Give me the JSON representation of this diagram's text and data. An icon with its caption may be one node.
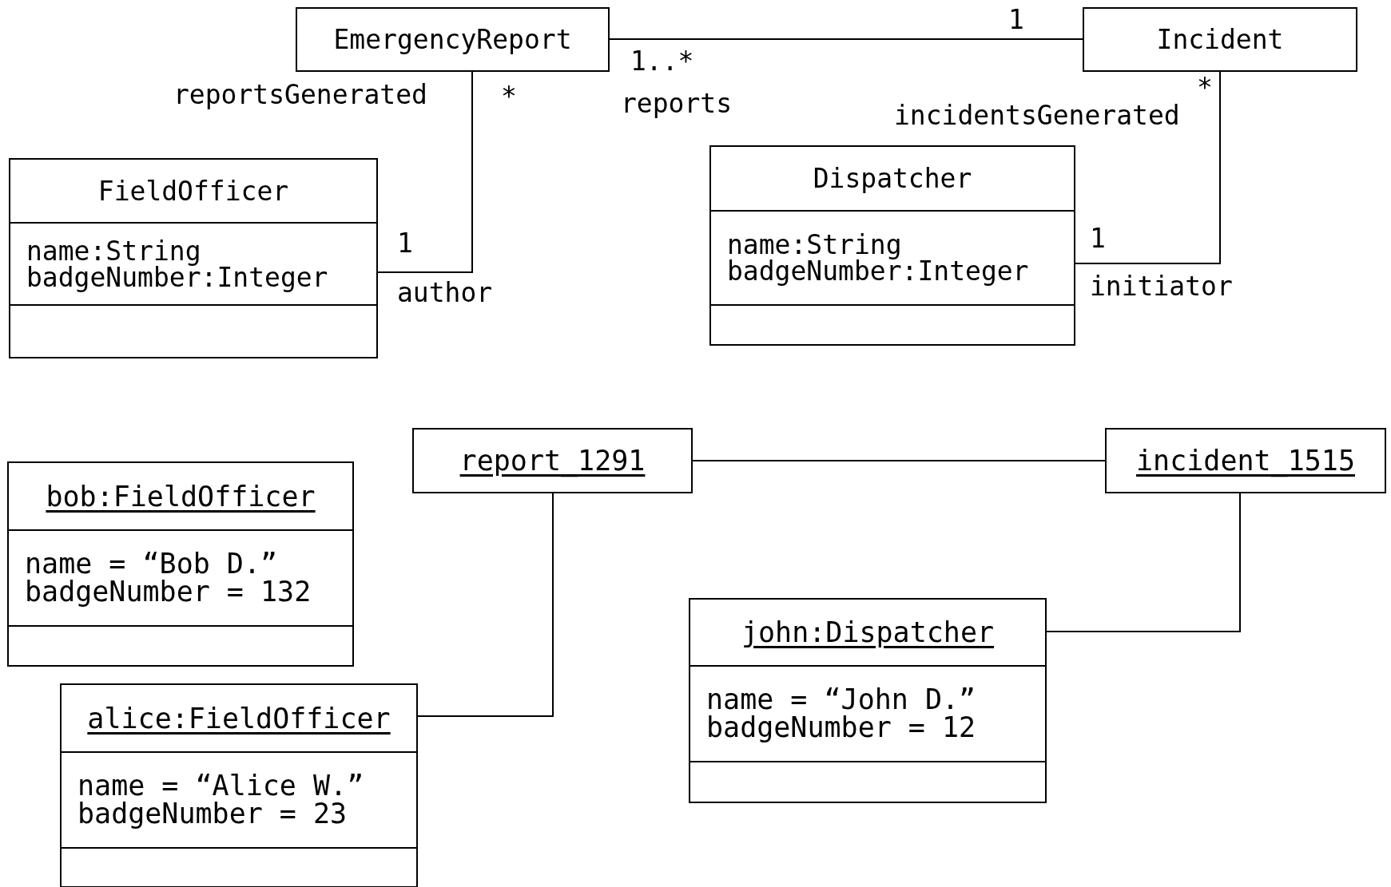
{
  "diagram": {
    "nodes": [
      {
        "text": [
          "EmergencyReport"
        ]
      },
      {
        "text": [
          "Incident"
        ]
      },
      {
        "text": [
          "FieldOfficer",
          "name:String",
          "badgeNumber:Integer"
        ]
      },
      {
        "text": [
          "Dispatcher",
          "name:String",
          "badgeNumber:Integer"
        ]
      },
      {
        "text": [
          "report_1291"
        ]
      },
      {
        "text": [
          "incident_1515"
        ]
      },
      {
        "text": [
          "bob:FieldOfficer",
          "name = “Bob D.”",
          "badgeNumber = 132"
        ]
      },
      {
        "text": [
          "john:Dispatcher",
          "name = “John D.”",
          "badgeNumber = 12"
        ]
      },
      {
        "text": [
          "alice:FieldOfficer",
          "name = “Alice W.”",
          "badgeNumber = 23"
        ]
      }
    ],
    "edges": [
      {
        "from": 0,
        "to": 1,
        "arrow": "none"
      },
      {
        "from": 0,
        "to": 2,
        "arrow": "none"
      },
      {
        "from": 1,
        "to": 3,
        "arrow": "none"
      },
      {
        "from": 4,
        "to": 5,
        "arrow": "none"
      },
      {
        "from": 4,
        "to": 8,
        "arrow": "none"
      },
      {
        "from": 5,
        "to": 7,
        "arrow": "none"
      }
    ],
    "labels": [
      "1",
      "1..*",
      "reportsGenerated",
      "*",
      "reports",
      "*",
      "incidentsGenerated",
      "1",
      "1",
      "author",
      "initiator"
    ]
  }
}
